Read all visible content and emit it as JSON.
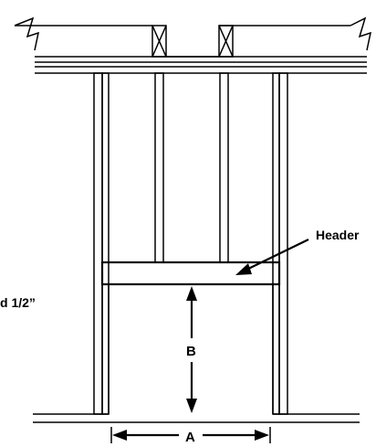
{
  "labels": {
    "header": "Header",
    "dimension_a": "A",
    "dimension_b": "B",
    "cutoff_text": "d 1/2”"
  }
}
